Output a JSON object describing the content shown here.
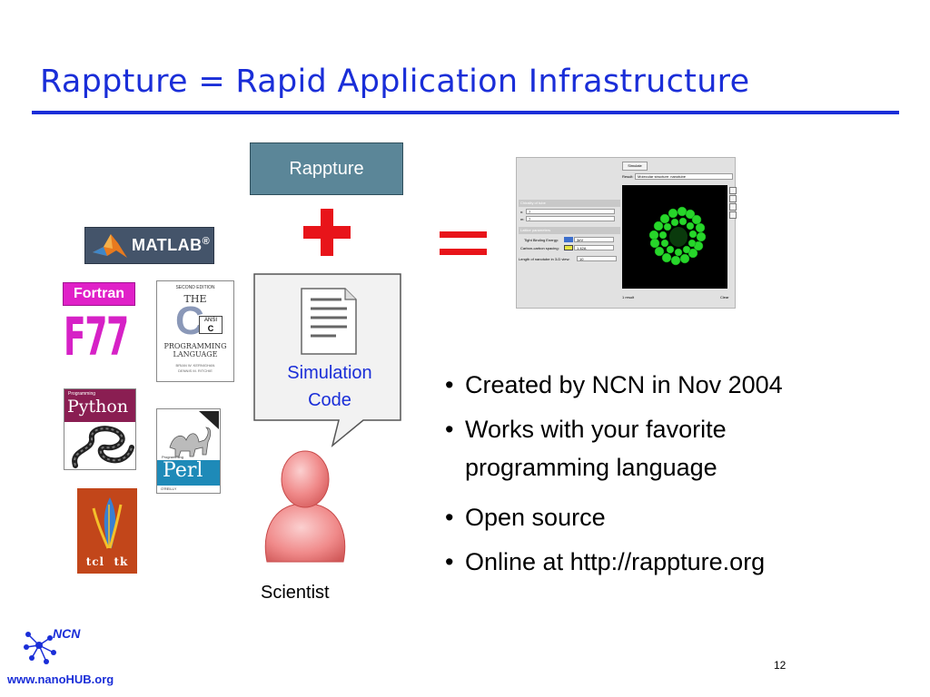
{
  "slide": {
    "title": "Rappture = Rapid Application Infrastructure",
    "page_number": "12"
  },
  "diagram": {
    "box_label": "Rappture",
    "plus_symbol": "+",
    "equals_symbol": "=",
    "callout_line1": "Simulation",
    "callout_line2": "Code",
    "person_label": "Scientist",
    "accent_color": "#e8141a",
    "box_color": "#5b8698"
  },
  "languages": {
    "matlab_label": "MATLAB",
    "matlab_reg": "®",
    "fortran_label": "Fortran",
    "f77_label": "F77",
    "c_book": {
      "edition": "SECOND EDITION",
      "the": "THE",
      "c": "C",
      "ansi": "ANSI",
      "line1": "PROGRAMMING",
      "line2": "LANGUAGE",
      "authors1": "BRIAN W. KERNIGHAN",
      "authors2": "DENNIS M. RITCHIE"
    },
    "python_book": {
      "top": "Programming",
      "title": "Python"
    },
    "perl_book": {
      "top": "Programming",
      "title": "Perl",
      "publisher": "O'REILLY"
    },
    "tcltk_label": "tcl  tk"
  },
  "app_screenshot": {
    "simulate_button": "Simulate",
    "result_label": "Result:",
    "result_value": "Molecular structure: nanotube",
    "section1": "Chirality of tube",
    "n_label": "n:",
    "n_value": "7",
    "m_label": "m:",
    "m_value": "7",
    "section2": "Lattice parameters",
    "tb_label": "Tight Binding Energy:",
    "tb_value": "3eV",
    "cc_label": "Carbon-carbon spacing:",
    "cc_value": "1.42A",
    "length_label": "Length of nanotube in 3-D view:",
    "length_value": "10",
    "footer_left": "1 result",
    "footer_right": "Clear"
  },
  "bullets": [
    {
      "text": "Created by NCN in Nov 2004"
    },
    {
      "text": "Works with your favorite",
      "cont": "programming language"
    },
    {
      "text": "Open source"
    },
    {
      "text": "Online at http://rappture.org"
    }
  ],
  "footer": {
    "ncn": "NCN",
    "site": "www.nanoHUB.org"
  }
}
